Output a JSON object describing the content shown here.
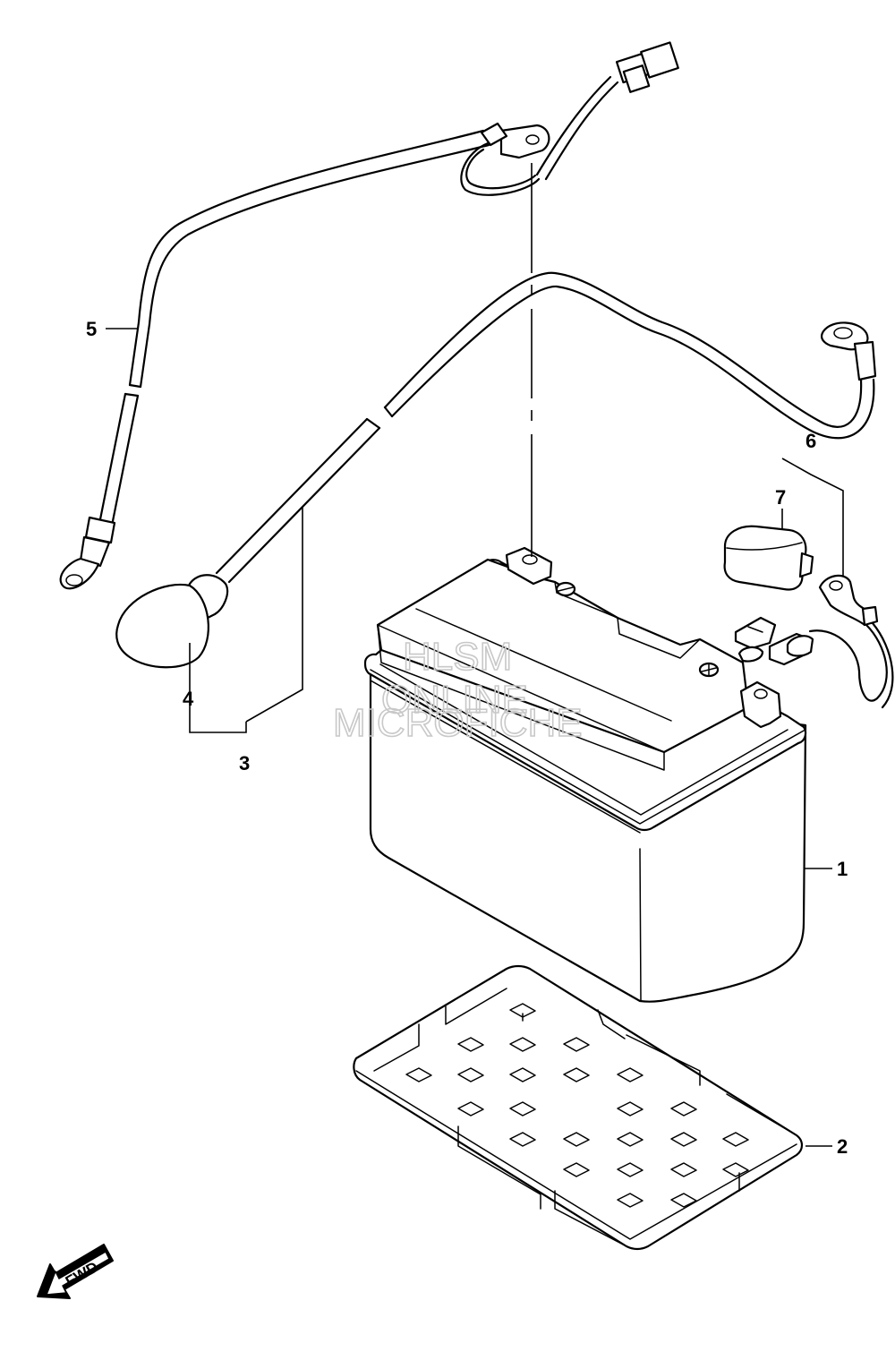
{
  "callouts": {
    "c1": "1",
    "c2": "2",
    "c3": "3",
    "c4": "4",
    "c5": "5",
    "c6": "6",
    "c7": "7"
  },
  "watermark": {
    "line1": "HLSM",
    "line2": "ONLINE",
    "line3": "MICROFICHE"
  },
  "direction_badge": "FWD"
}
